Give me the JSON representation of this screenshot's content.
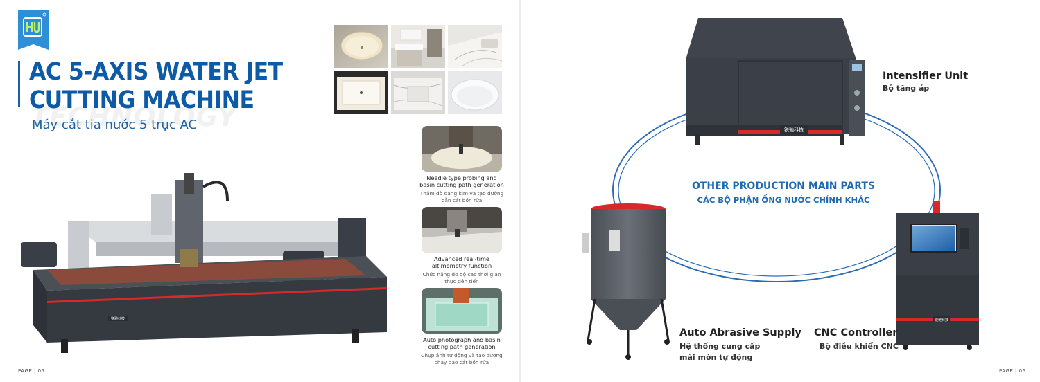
{
  "left_page": {
    "title_line1": "AC 5-AXIS WATER JET",
    "title_line2": "CUTTING MACHINE",
    "subtitle": "Máy cắt tia nước 5 trục AC",
    "watermark": "TECHNOLOGY",
    "machine_brand": "锐驰科技",
    "features": [
      {
        "en": "Needle type probing and basin cutting path generation",
        "vi": "Thăm dò dạng kim và tạo đường dẫn cắt bồn rửa"
      },
      {
        "en": "Advanced real-time altimemetry function",
        "vi": "Chức năng đo độ cao thời gian thực tiên tiến"
      },
      {
        "en": "Auto photograph and basin cutting path generation",
        "vi": "Chụp ảnh tự động và tạo đường chạy dao cắt bồn rửa"
      }
    ],
    "page_label": "PAGE | 05"
  },
  "right_page": {
    "heading_en": "OTHER PRODUCTION MAIN PARTS",
    "heading_vi": "CÁC BỘ PHẬN ỐNG NƯỚC CHÍNH KHÁC",
    "intensifier": {
      "en": "Intensifier Unit",
      "vi": "Bộ tăng áp",
      "brand": "锐驰科技"
    },
    "abrasive": {
      "en": "Auto Abrasive Supply",
      "vi_line1": "Hệ thống cung cấp",
      "vi_line2": "mài mòn tự động"
    },
    "cnc": {
      "en": "CNC Controller",
      "vi": "Bộ điều khiển CNC",
      "brand": "锐驰科技"
    },
    "page_label": "PAGE | 06"
  },
  "colors": {
    "brand_blue": "#0d5aa7",
    "machine_dark": "#3b4048",
    "accent_red": "#d62a2a",
    "ring_blue": "#2b6cb5"
  }
}
